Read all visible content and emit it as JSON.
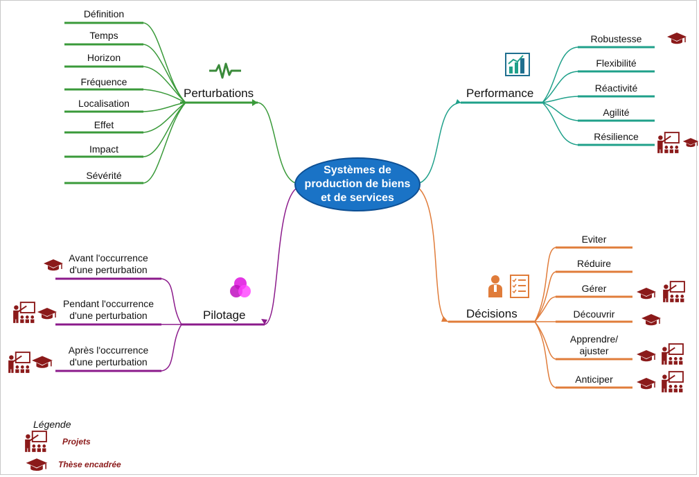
{
  "center": {
    "title": "Systèmes de\nproduction de biens\net de services"
  },
  "colors": {
    "perturbations": "#3a9a3a",
    "performance": "#1fa08a",
    "pilotage": "#8b1a8b",
    "decisions": "#e07c3a",
    "dark_red": "#8b1a1a",
    "center_fill": "#1a73c6"
  },
  "branches": {
    "perturbations": {
      "label": "Perturbations",
      "icon": "heartbeat-icon",
      "items": [
        "Définition",
        "Temps",
        "Horizon",
        "Fréquence",
        "Localisation",
        "Effet",
        "Impact",
        "Sévérité"
      ]
    },
    "performance": {
      "label": "Performance",
      "icon": "bar-chart-icon",
      "items": [
        "Robustesse",
        "Flexibilité",
        "Réactivité",
        "Agilité",
        "Résilience"
      ]
    },
    "pilotage": {
      "label": "Pilotage",
      "icon": "venn-circles-icon",
      "items": [
        "Avant l'occurrence\nd'une perturbation",
        "Pendant l'occurrence\nd'une perturbation",
        "Après l'occurrence\nd'une perturbation"
      ]
    },
    "decisions": {
      "label": "Décisions",
      "icon": "checklist-person-icon",
      "items": [
        "Eviter",
        "Réduire",
        "Gérer",
        "Découvrir",
        "Apprendre/\najuster",
        "Anticiper"
      ]
    }
  },
  "legend": {
    "title": "Légende",
    "projects": "Projets",
    "thesis": "Thèse encadrée"
  }
}
